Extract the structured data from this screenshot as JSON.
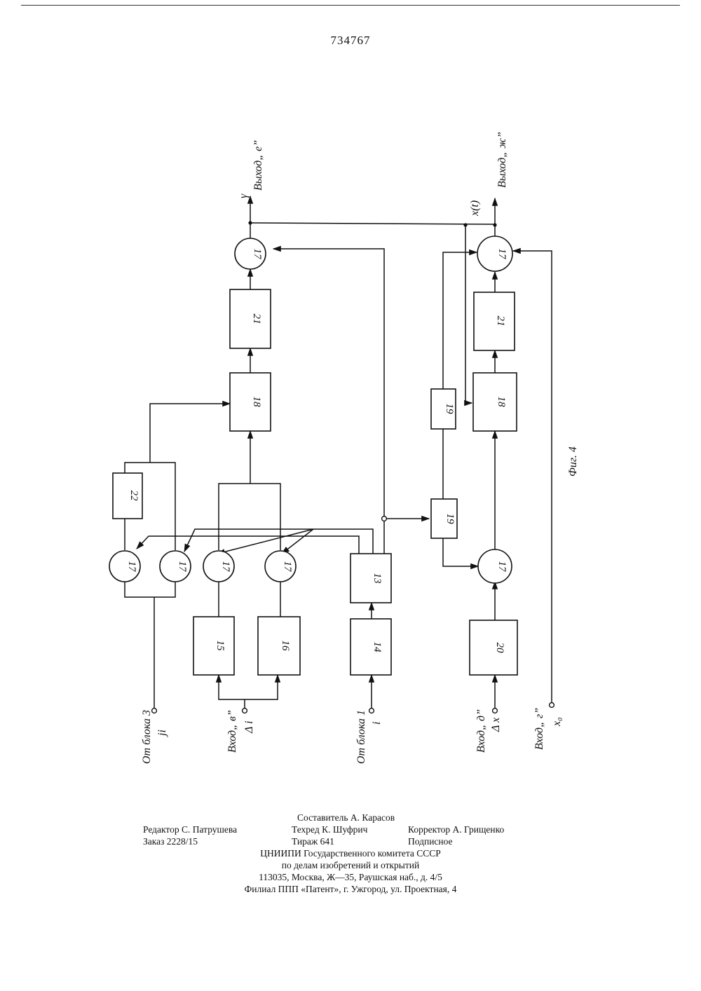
{
  "header": {
    "patent_number": "734767"
  },
  "diagram": {
    "figure_label": "Фиг. 4",
    "blocks": {
      "summer_out_e": "17",
      "block_21_left": "21",
      "block_18_left": "18",
      "block_22": "22",
      "summer_a": "17",
      "summer_b": "17",
      "summer_c": "17",
      "summer_d": "17",
      "block_15": "15",
      "block_16": "16",
      "block_13": "13",
      "block_14": "14",
      "summer_out_zh": "17",
      "block_21_right": "21",
      "block_18_right": "18",
      "block_19_upper": "19",
      "block_19_lower": "19",
      "summer_lower_right": "17",
      "block_20": "20"
    },
    "labels": {
      "output_e": "Выход„ е”",
      "output_e_symbol": "γ",
      "output_zh": "Выход„ ж”",
      "output_zh_symbol": "x(t)",
      "from_block_3": "От блока 3",
      "from_block_3_symbol": "ji",
      "input_v": "Вход„ в”",
      "input_v_symbol": "Δ i",
      "from_block_1": "От блока 1",
      "from_block_1_symbol": "i",
      "input_d": "Вход„ д”",
      "input_d_symbol": "Δ x",
      "input_g": "Вход„ г”",
      "input_g_symbol": "x₀"
    }
  },
  "footer": {
    "compiler": "Составитель А. Карасов",
    "editor": "Редактор С. Патрушева",
    "tech_editor": "Техред К. Шуфрич",
    "corrector": "Корректор А. Грищенко",
    "order": "Заказ 2228/15",
    "circulation": "Тираж 641",
    "subscription": "Подписное",
    "org_line1": "ЦНИИПИ  Государственного  комитета  СССР",
    "org_line2": "по  делам  изобретений  и  открытий",
    "address": "113035,  Москва,  Ж—35,  Раушская  наб.,  д.  4/5",
    "branch": "Филиал  ППП  «Патент»,  г.  Ужгород,  ул.  Проектная,  4"
  }
}
